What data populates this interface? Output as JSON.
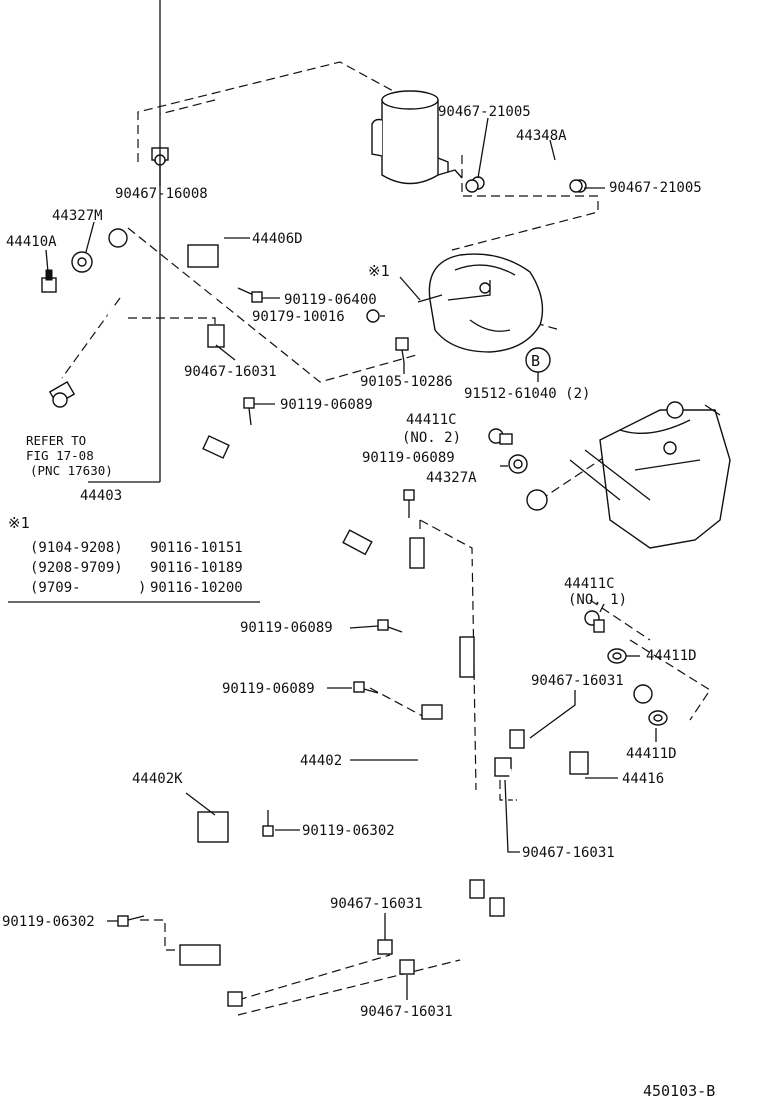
{
  "diagram": {
    "ref_note": [
      "REFER TO",
      "FIG 17-08",
      "(PNC 17630)"
    ],
    "footer_code": "450103-B",
    "callout_marker": "B",
    "note": {
      "marker": "※1",
      "rows": [
        {
          "range": "(9104-9208)",
          "part": "90116-10151"
        },
        {
          "range": "(9208-9709)",
          "part": "90116-10189"
        },
        {
          "range": "(9709-",
          "close": ")",
          "part": "90116-10200"
        }
      ]
    },
    "labels": {
      "l_90467_21005_a": "90467-21005",
      "l_44348A": "44348A",
      "l_90467_21005_b": "90467-21005",
      "l_90467_16008": "90467-16008",
      "l_44327M": "44327M",
      "l_44410A": "44410A",
      "l_44406D": "44406D",
      "l_marker1": "※1",
      "l_90119_06400": "90119-06400",
      "l_90179_10016": "90179-10016",
      "l_90467_16031_a": "90467-16031",
      "l_90105_10286": "90105-10286",
      "l_91512_61040": "91512-61040 (2)",
      "l_90119_06089_a": "90119-06089",
      "l_44411C_a": "44411C",
      "l_no2": "(NO. 2)",
      "l_90119_06089_b": "90119-06089",
      "l_44327A": "44327A",
      "l_44403": "44403",
      "l_44411C_b": "44411C",
      "l_no1": "(NO. 1)",
      "l_90119_06089_c": "90119-06089",
      "l_44411D_a": "44411D",
      "l_90119_06089_d": "90119-06089",
      "l_90467_16031_b": "90467-16031",
      "l_44411D_b": "44411D",
      "l_44402": "44402",
      "l_44416": "44416",
      "l_44402K": "44402K",
      "l_90119_06302_a": "90119-06302",
      "l_90467_16031_c": "90467-16031",
      "l_90467_16031_d": "90467-16031",
      "l_90119_06302_b": "90119-06302",
      "l_90467_16031_e": "90467-16031"
    }
  }
}
